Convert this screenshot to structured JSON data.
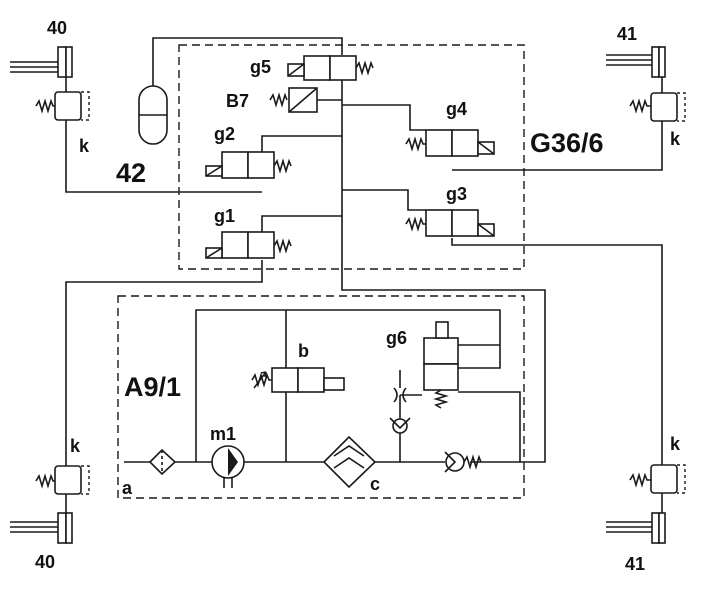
{
  "labels": {
    "g36": "G36/6",
    "a91": "A9/1",
    "n42": "42",
    "b7": "B7",
    "g1": "g1",
    "g2": "g2",
    "g3": "g3",
    "g4": "g4",
    "g5": "g5",
    "g6": "g6",
    "m1": "m1",
    "a": "a",
    "b": "b",
    "c": "c",
    "k1": "k",
    "k2": "k",
    "k3": "k",
    "k4": "k",
    "c40a": "40",
    "c40b": "40",
    "c41a": "41",
    "c41b": "41"
  }
}
